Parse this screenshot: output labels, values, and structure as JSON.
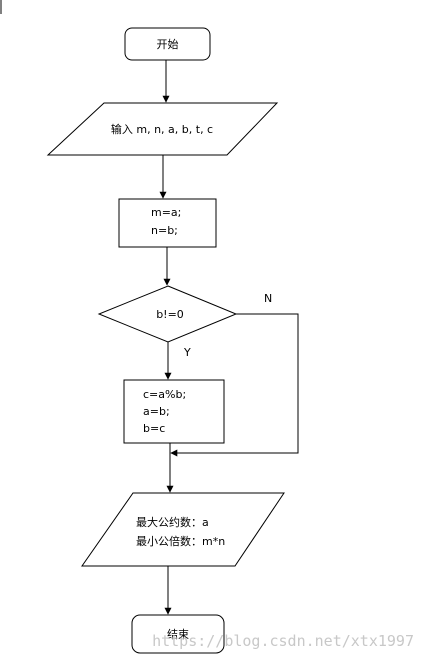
{
  "flowchart": {
    "start": "开始",
    "input": "输入 m, n, a, b, t, c",
    "assign": [
      "m=a;",
      "n=b;"
    ],
    "decision": "b!=0",
    "branch_no": "N",
    "branch_yes": "Y",
    "loop_body": [
      "c=a%b;",
      "a=b;",
      "b=c"
    ],
    "output": [
      "最大公约数：a",
      "最小公倍数：m*n"
    ],
    "end": "结束"
  },
  "watermark": "https://blog.csdn.net/xtx1997"
}
